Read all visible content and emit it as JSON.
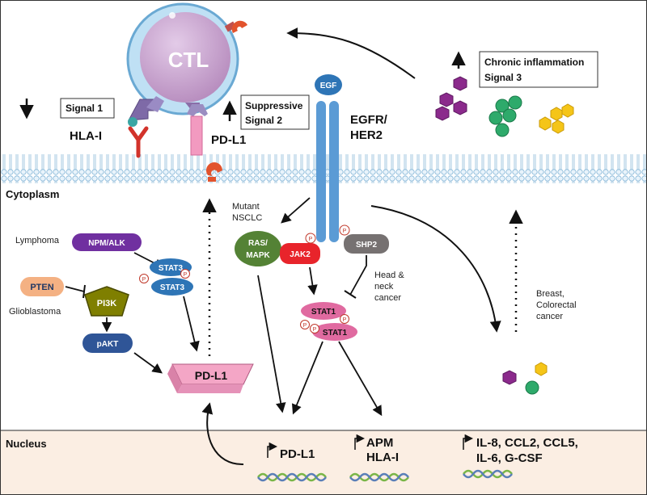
{
  "cell": {
    "ctl": "CTL"
  },
  "signals": {
    "signal1": "Signal 1",
    "signal2_line1": "Suppressive",
    "signal2_line2": "Signal 2",
    "signal3_line1": "Chronic inflammation",
    "signal3_line2": "Signal 3"
  },
  "membrane": {
    "hla": "HLA-I",
    "pdl1": "PD-L1",
    "egfr_line1": "EGFR/",
    "egfr_line2": "HER2",
    "egf": "EGF",
    "cytoplasm": "Cytoplasm",
    "p": "P"
  },
  "pathway": {
    "lymphoma": "Lymphoma",
    "npm_alk": "NPM/ALK",
    "stat3": "STAT3",
    "pten": "PTEN",
    "glioblastoma": "Glioblastoma",
    "pi3k": "PI3K",
    "pakt": "pAKT",
    "pdl1_protein": "PD-L1",
    "mutant1": "Mutant",
    "mutant2": "NSCLC",
    "ras1": "RAS/",
    "ras2": "MAPK",
    "jak2": "JAK2",
    "shp2": "SHP2",
    "head1": "Head &",
    "head2": "neck",
    "head3": "cancer",
    "stat1": "STAT1",
    "breast1": "Breast,",
    "breast2": "Colorectal",
    "breast3": "cancer"
  },
  "nucleus": {
    "label": "Nucleus",
    "gene_pdl1": "PD-L1",
    "gene_apm1": "APM",
    "gene_apm2": "HLA-I",
    "gene_cyto1": "IL-8, CCL2, CCL5,",
    "gene_cyto2": "IL-6, G-CSF"
  },
  "colors": {
    "ctl": "#c9a6cf",
    "ctl_ring": "#a9d4ee",
    "membrane": "#a9d1ea",
    "receptor": "#5b9bd5",
    "npm_alk": "#7030a0",
    "stat3": "#2e75b6",
    "pten": "#f4b183",
    "pi3k": "#7f7f00",
    "pakt": "#2f5597",
    "pdl1": "#f4a6c6",
    "ras": "#548235",
    "jak2": "#e8242b",
    "shp2": "#767171",
    "stat1": "#e06aa0",
    "nucleus_bg": "#fbeee3"
  }
}
